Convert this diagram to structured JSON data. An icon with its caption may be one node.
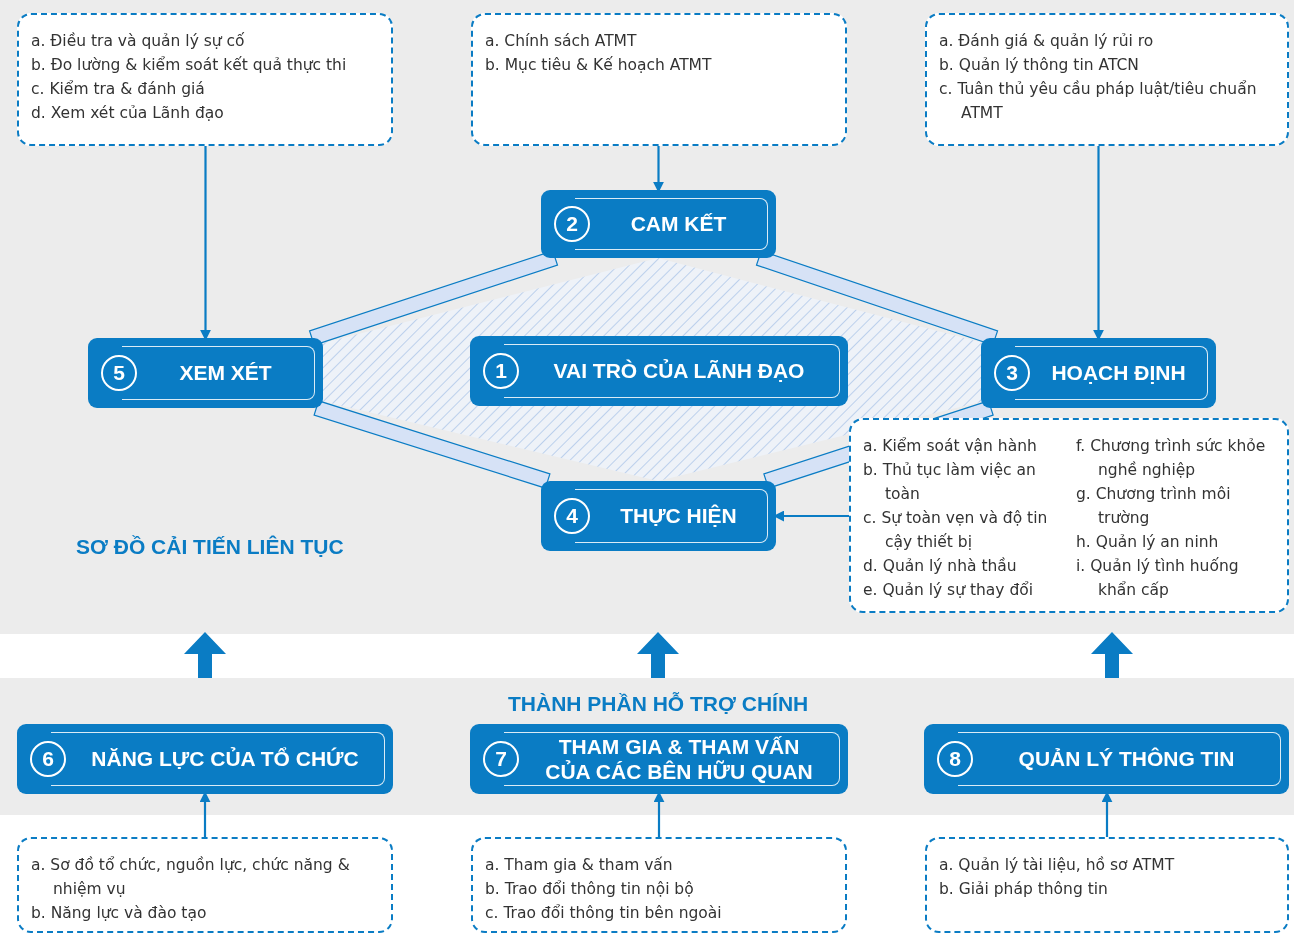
{
  "diagram": {
    "nodes": [
      {
        "text": [
          "a. Điều tra và quản lý sự cố",
          "b. Đo lường & kiểm soát kết quả thực thi",
          "c. Kiểm tra & đánh giá",
          "d. Xem xét của Lãnh đạo"
        ]
      },
      {
        "text": [
          "a. Chính sách ATMT",
          "b. Mục tiêu & Kế hoạch ATMT"
        ]
      },
      {
        "text": [
          "a. Đánh giá & quản lý rủi ro",
          "b. Quản lý thông tin ATCN",
          "c. Tuân thủ yêu cầu pháp luật/tiêu chuẩn ATMT"
        ]
      },
      {
        "text": [
          "2",
          "CAM KẾT"
        ]
      },
      {
        "text": [
          "5",
          "XEM XÉT"
        ]
      },
      {
        "text": [
          "1",
          "VAI TRÒ CỦA LÃNH ĐẠO"
        ]
      },
      {
        "text": [
          "3",
          "HOẠCH ĐỊNH"
        ]
      },
      {
        "text": [
          "4",
          "THỰC HIỆN"
        ]
      },
      {
        "text": [
          "a. Kiểm soát vận hành",
          "b. Thủ tục làm việc an toàn",
          "c. Sự toàn vẹn và độ tin cậy thiết bị",
          "d. Quản lý nhà thầu",
          "e. Quản lý sự thay đổi",
          "f. Chương trình sức khỏe nghề nghiệp",
          "g. Chương trình môi trường",
          "h. Quản lý an ninh",
          "i. Quản lý tình huống khẩn cấp"
        ]
      },
      {
        "text": [
          "6",
          "NĂNG LỰC CỦA TỔ CHỨC"
        ]
      },
      {
        "text": [
          "7",
          "THAM GIA & THAM VẤN CỦA CÁC BÊN HỮU QUAN"
        ]
      },
      {
        "text": [
          "8",
          "QUẢN LÝ THÔNG TIN"
        ]
      },
      {
        "text": [
          "a. Sơ đồ tổ chức, nguồn lực, chức năng & nhiệm vụ",
          "b. Năng lực và đào tạo"
        ]
      },
      {
        "text": [
          "a. Tham gia & tham vấn",
          "b. Trao đổi thông tin nội bộ",
          "c. Trao đổi thông tin bên ngoài"
        ]
      },
      {
        "text": [
          "a. Quản lý tài liệu, hồ sơ ATMT",
          "b. Giải pháp thông tin"
        ]
      }
    ],
    "edges": [
      {
        "from": 0,
        "to": 4,
        "arrow": "to"
      },
      {
        "from": 1,
        "to": 3,
        "arrow": "to"
      },
      {
        "from": 2,
        "to": 6,
        "arrow": "to"
      },
      {
        "from": 3,
        "to": 6,
        "arrow": "none",
        "style": "thick",
        "color": "#d6e2f6"
      },
      {
        "from": 6,
        "to": 7,
        "arrow": "none",
        "style": "thick",
        "color": "#d6e2f6"
      },
      {
        "from": 7,
        "to": 4,
        "arrow": "none",
        "style": "thick",
        "color": "#d6e2f6"
      },
      {
        "from": 4,
        "to": 3,
        "arrow": "none",
        "style": "thick",
        "color": "#d6e2f6"
      },
      {
        "from": 8,
        "to": 7,
        "arrow": "to"
      },
      {
        "from": 12,
        "to": 9,
        "arrow": "to"
      },
      {
        "from": 13,
        "to": 10,
        "arrow": "to"
      },
      {
        "from": 14,
        "to": 11,
        "arrow": "to"
      }
    ],
    "labels": [
      "SƠ ĐỒ CẢI TIẾN LIÊN TỤC",
      "THÀNH PHẦN HỖ TRỢ CHÍNH"
    ]
  }
}
